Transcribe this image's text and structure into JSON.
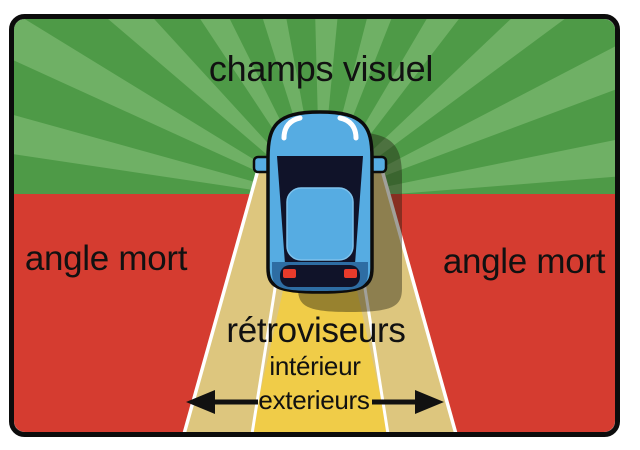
{
  "diagram": {
    "labels": {
      "visual_field": "champs visuel",
      "blind_spot_left": "angle mort",
      "blind_spot_right": "angle mort",
      "mirrors_title": "rétroviseurs",
      "mirror_interior": "intérieur",
      "mirror_exterior": "exterieurs"
    },
    "icons": {
      "left_arrow": "arrow-left",
      "right_arrow": "arrow-right",
      "car": "car-top-view"
    },
    "colors": {
      "page_white": "#ffffff",
      "field_green": "#4e9a47",
      "ray_green": "#6fb065",
      "blind_red": "#d53c30",
      "mirror_yellow": "#f0cc48",
      "mirror_tan": "#ddc67e",
      "divider_white": "#ffffff",
      "outline_black": "#0c0c0c",
      "label_black": "#111111",
      "car_blue": "#56ace2",
      "car_glass": "#101329",
      "car_bumper_blue": "#2e6da3",
      "taillight_red": "#e83b2b",
      "shadow_dark": "rgba(30,28,14,0.42)"
    }
  }
}
